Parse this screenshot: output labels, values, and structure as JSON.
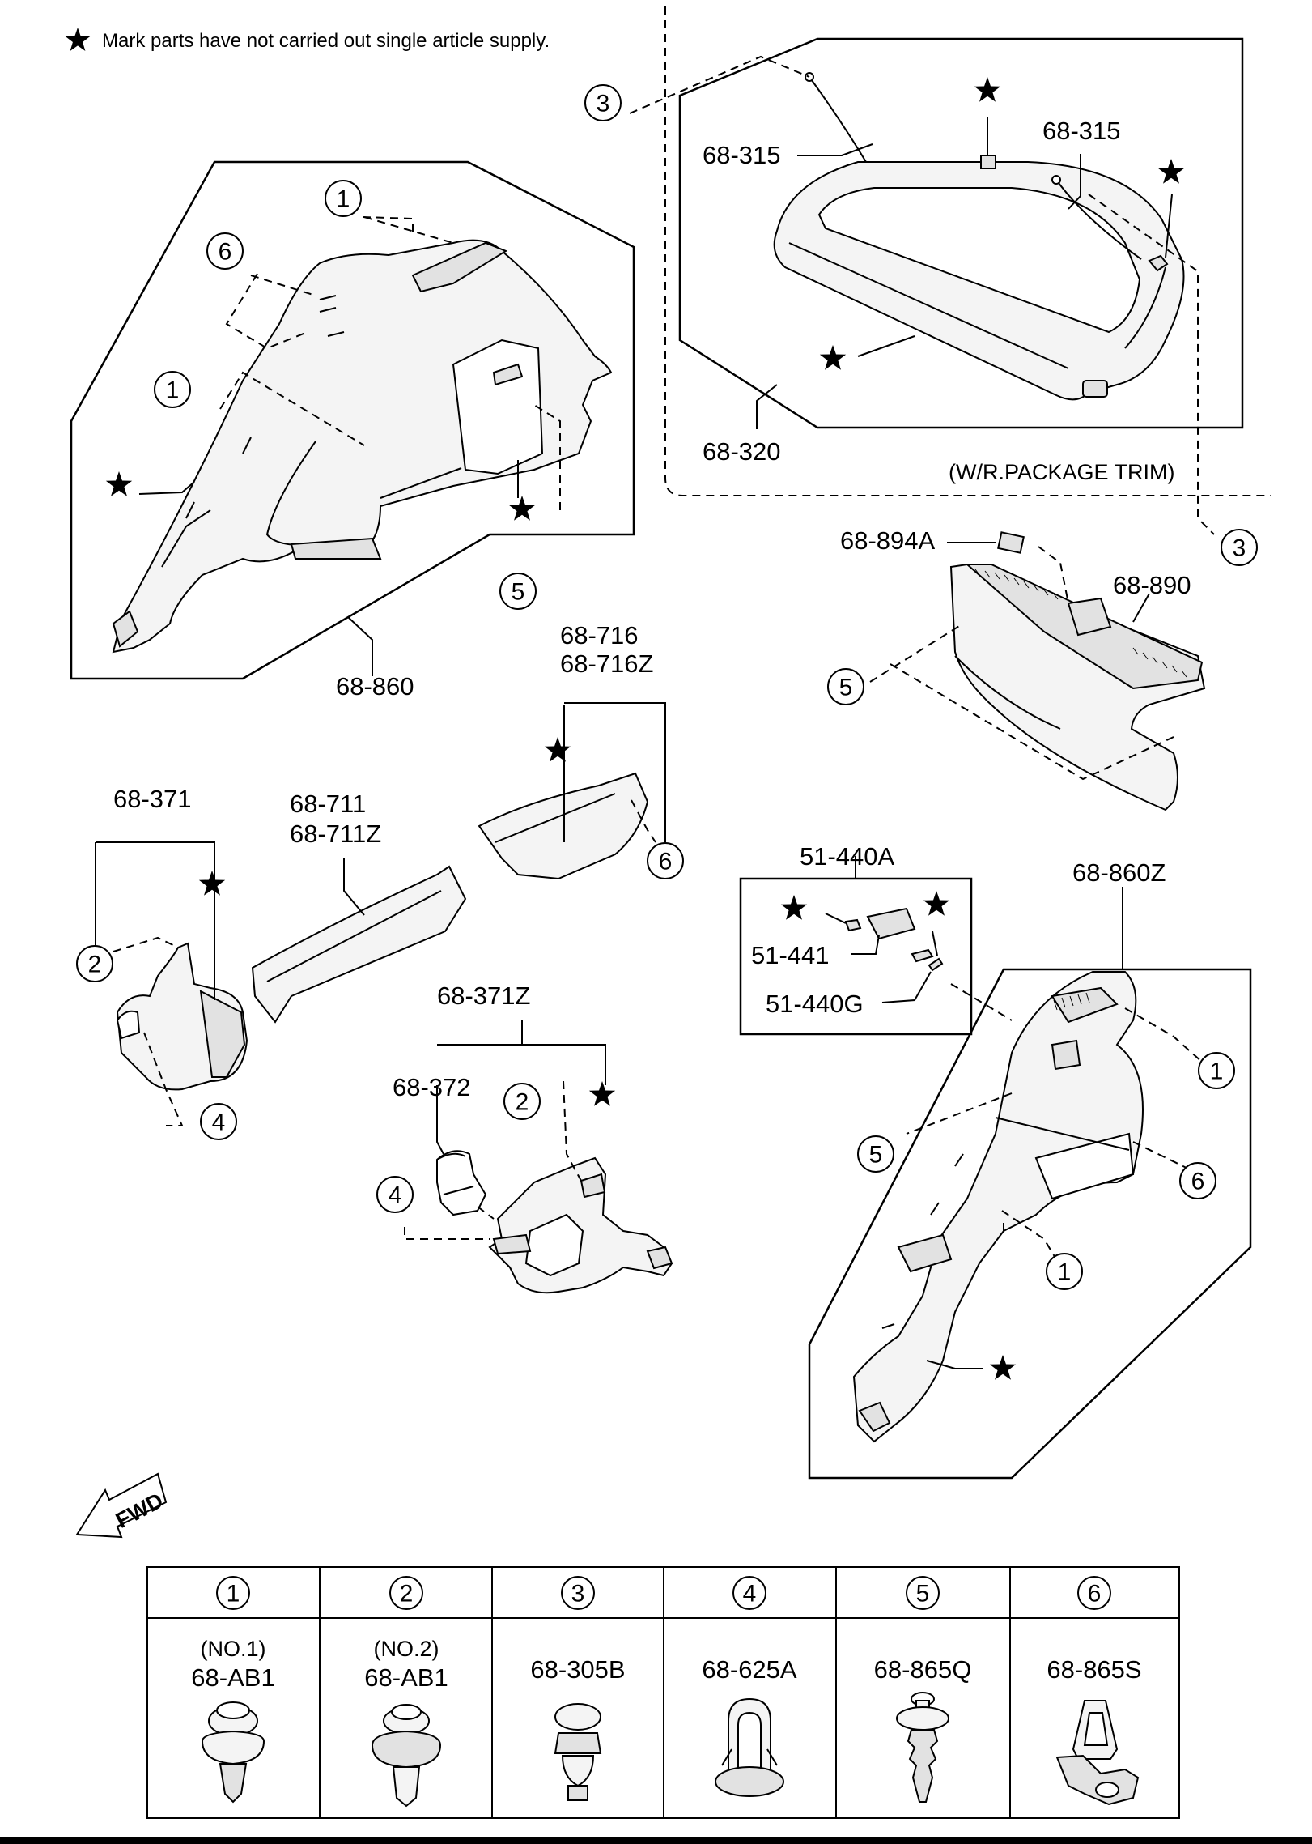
{
  "note": {
    "text": "Mark parts have not carried out single article supply."
  },
  "labels": {
    "p68_315_a": "68-315",
    "p68_315_b": "68-315",
    "p68_320": "68-320",
    "wr_package_trim": "(W/R.PACKAGE TRIM)",
    "p68_860": "68-860",
    "p68_894A": "68-894A",
    "p68_890": "68-890",
    "p68_716": "68-716",
    "p68_716Z": "68-716Z",
    "p68_371": "68-371",
    "p68_711": "68-711",
    "p68_711Z": "68-711Z",
    "p51_440A": "51-440A",
    "p68_860Z": "68-860Z",
    "p51_441": "51-441",
    "p51_440G": "51-440G",
    "p68_371Z": "68-371Z",
    "p68_372": "68-372",
    "fwd": "FWD"
  },
  "callouts": {
    "c1": "1",
    "c2": "2",
    "c3": "3",
    "c4": "4",
    "c5": "5",
    "c6": "6"
  },
  "fastener_table": {
    "columns": [
      {
        "index": "1",
        "sub": "(NO.1)",
        "part": "68-AB1",
        "icon": "push-clip-no1-icon"
      },
      {
        "index": "2",
        "sub": "(NO.2)",
        "part": "68-AB1",
        "icon": "push-clip-no2-icon"
      },
      {
        "index": "3",
        "sub": "",
        "part": "68-305B",
        "icon": "rivet-clip-icon"
      },
      {
        "index": "4",
        "sub": "",
        "part": "68-625A",
        "icon": "grommet-nut-icon"
      },
      {
        "index": "5",
        "sub": "",
        "part": "68-865Q",
        "icon": "christmas-tree-clip-icon"
      },
      {
        "index": "6",
        "sub": "",
        "part": "68-865S",
        "icon": "spring-clip-icon"
      }
    ]
  },
  "colors": {
    "line": "#000000",
    "background": "#ffffff",
    "part_fill": "#f4f4f4"
  }
}
